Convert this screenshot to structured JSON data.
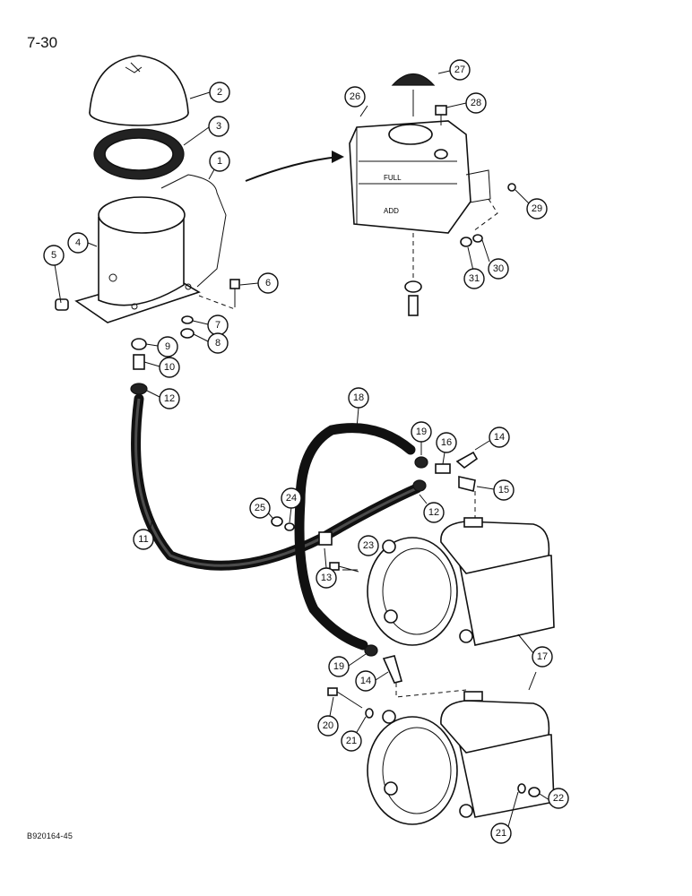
{
  "page": {
    "number": "7-30",
    "footer_code": "B920164-45"
  },
  "tank_labels": {
    "full": "FULL",
    "add": "ADD"
  },
  "callouts": [
    {
      "id": "1",
      "label": "1"
    },
    {
      "id": "2",
      "label": "2"
    },
    {
      "id": "3",
      "label": "3"
    },
    {
      "id": "4",
      "label": "4"
    },
    {
      "id": "5",
      "label": "5"
    },
    {
      "id": "6",
      "label": "6"
    },
    {
      "id": "7",
      "label": "7"
    },
    {
      "id": "8",
      "label": "8"
    },
    {
      "id": "9",
      "label": "9"
    },
    {
      "id": "10",
      "label": "10"
    },
    {
      "id": "12a",
      "label": "12"
    },
    {
      "id": "11",
      "label": "11"
    },
    {
      "id": "18",
      "label": "18"
    },
    {
      "id": "19a",
      "label": "19"
    },
    {
      "id": "16",
      "label": "16"
    },
    {
      "id": "14a",
      "label": "14"
    },
    {
      "id": "15",
      "label": "15"
    },
    {
      "id": "12b",
      "label": "12"
    },
    {
      "id": "25",
      "label": "25"
    },
    {
      "id": "24",
      "label": "24"
    },
    {
      "id": "23",
      "label": "23"
    },
    {
      "id": "13",
      "label": "13"
    },
    {
      "id": "17",
      "label": "17"
    },
    {
      "id": "19b",
      "label": "19"
    },
    {
      "id": "14b",
      "label": "14"
    },
    {
      "id": "20",
      "label": "20"
    },
    {
      "id": "21a",
      "label": "21"
    },
    {
      "id": "21b",
      "label": "21"
    },
    {
      "id": "22",
      "label": "22"
    },
    {
      "id": "26",
      "label": "26"
    },
    {
      "id": "27",
      "label": "27"
    },
    {
      "id": "28",
      "label": "28"
    },
    {
      "id": "29",
      "label": "29"
    },
    {
      "id": "30",
      "label": "30"
    },
    {
      "id": "31",
      "label": "31"
    }
  ]
}
